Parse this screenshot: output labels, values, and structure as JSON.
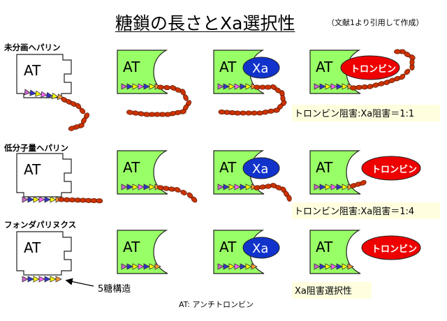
{
  "title": "糖鎖の長さとXa選択性",
  "citation": "（文献1より引用して作成）",
  "rows": [
    {
      "label": "未分画ヘパリン",
      "ratio": "トロンビン阻害:Xa阻害＝1:1"
    },
    {
      "label": "低分子量ヘパリン",
      "ratio": "トロンビン阻害:Xa阻害＝1:4"
    },
    {
      "label": "フォンダパリヌクス",
      "ratio": "Xa阻害選択性"
    }
  ],
  "labels": {
    "at": "AT",
    "xa": "Xa",
    "thrombin": "トロンビン",
    "pentasaccharide": "5糖構造",
    "footnote": "AT: アンチトロンビン"
  },
  "colors": {
    "at_complex": "#99ff66",
    "xa": "#1133cc",
    "thrombin": "#ee0000",
    "chain_bead": "#cc3300",
    "highlight": "#ffffe0"
  },
  "triangle_colors": [
    "#cc66cc",
    "#3333cc",
    "#ffff00",
    "#ff66ff",
    "#3333cc",
    "#ffff00",
    "#ff9933"
  ]
}
